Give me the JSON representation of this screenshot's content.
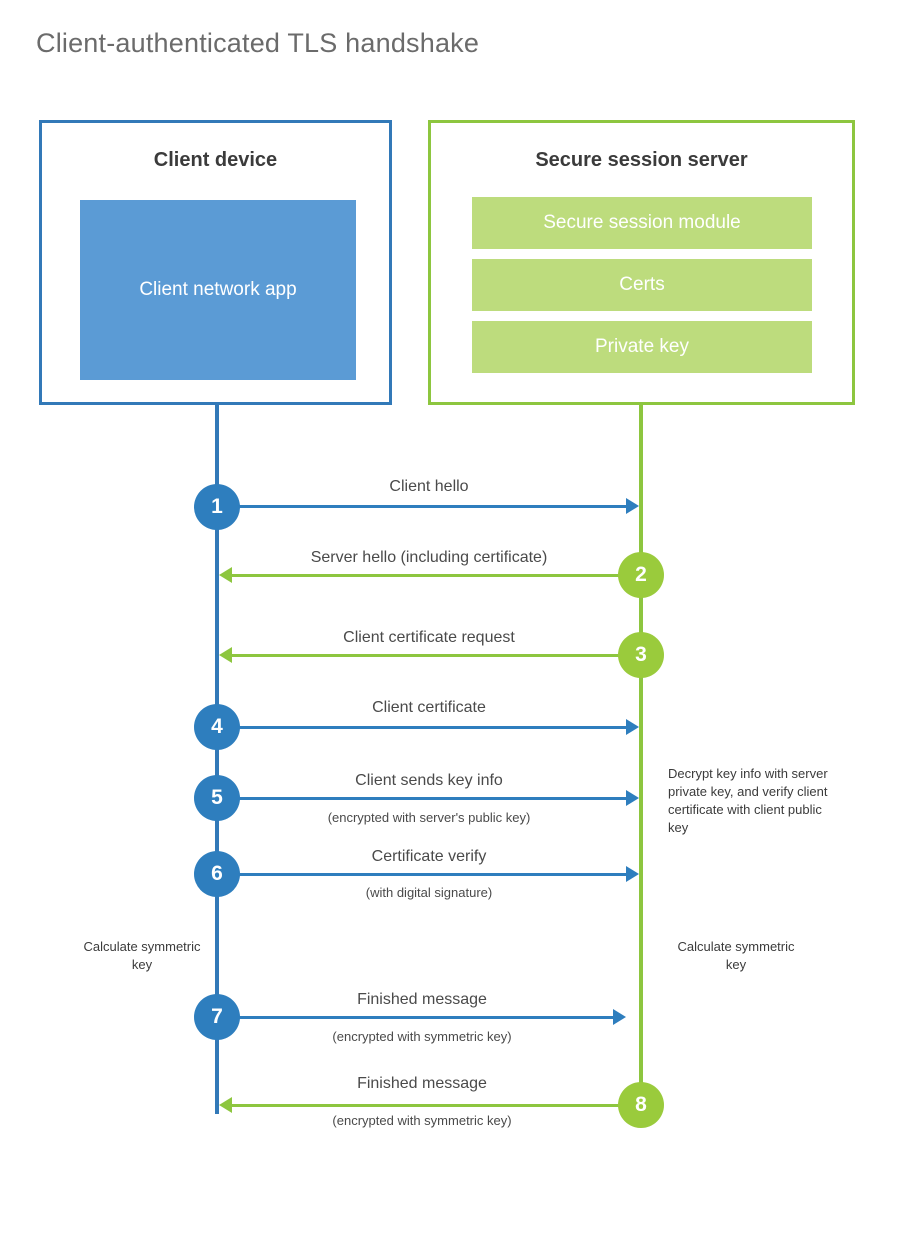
{
  "title": "Client-authenticated TLS handshake",
  "colors": {
    "client_blue": "#3279b8",
    "client_app_blue": "#5b9bd5",
    "step_blue": "#2e7ebe",
    "server_green": "#8dc63f",
    "server_row_green": "#bddc7d",
    "step_green": "#9acb3c",
    "title_gray": "#6b6b6b"
  },
  "actors": {
    "client": {
      "title": "Client device",
      "app_label": "Client network app"
    },
    "server": {
      "title": "Secure session server",
      "rows": [
        {
          "label": "Secure session module"
        },
        {
          "label": "Certs"
        },
        {
          "label": "Private key"
        }
      ]
    }
  },
  "steps": [
    {
      "number": "1",
      "label": "Client hello",
      "sublabel": "",
      "direction": "client-to-server",
      "color": "blue"
    },
    {
      "number": "2",
      "label": "Server hello (including certificate)",
      "sublabel": "",
      "direction": "server-to-client",
      "color": "green"
    },
    {
      "number": "3",
      "label": "Client certificate request",
      "sublabel": "",
      "direction": "server-to-client",
      "color": "green"
    },
    {
      "number": "4",
      "label": "Client certificate",
      "sublabel": "",
      "direction": "client-to-server",
      "color": "blue"
    },
    {
      "number": "5",
      "label": "Client sends key info",
      "sublabel": "(encrypted with server's public key)",
      "direction": "client-to-server",
      "color": "blue"
    },
    {
      "number": "6",
      "label": "Certificate verify",
      "sublabel": "(with digital signature)",
      "direction": "client-to-server",
      "color": "blue"
    },
    {
      "number": "7",
      "label": "Finished message",
      "sublabel": "(encrypted with symmetric key)",
      "direction": "client-to-server",
      "color": "blue"
    },
    {
      "number": "8",
      "label": "Finished message",
      "sublabel": "(encrypted with symmetric key)",
      "direction": "server-to-client",
      "color": "green"
    }
  ],
  "annotations": {
    "server_decrypt": "Decrypt key info with server private key, and verify client certificate with client public key",
    "client_calculate": "Calculate symmetric key",
    "server_calculate": "Calculate symmetric key"
  }
}
